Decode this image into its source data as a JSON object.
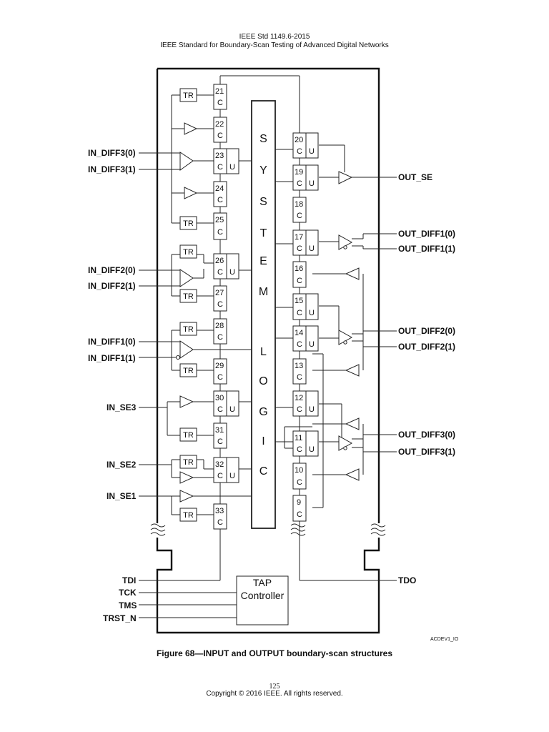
{
  "header": {
    "line1": "IEEE Std 1149.6-2015",
    "line2": "IEEE Standard for Boundary-Scan Testing of Advanced Digital Networks"
  },
  "system_logic_letters": [
    "S",
    "Y",
    "S",
    "T",
    "E",
    "M",
    "L",
    "O",
    "G",
    "I",
    "C"
  ],
  "cells": {
    "c9": "9",
    "c10": "10",
    "c11": "11",
    "c12": "12",
    "c13": "13",
    "c14": "14",
    "c15": "15",
    "c16": "16",
    "c17": "17",
    "c18": "18",
    "c19": "19",
    "c20": "20",
    "c21": "21",
    "c22": "22",
    "c23": "23",
    "c24": "24",
    "c25": "25",
    "c26": "26",
    "c27": "27",
    "c28": "28",
    "c29": "29",
    "c30": "30",
    "c31": "31",
    "c32": "32",
    "c33": "33",
    "capture_letter": "C",
    "update_letter": "U",
    "tr_label": "TR"
  },
  "inputs": {
    "in_diff3_0": "IN_DIFF3(0)",
    "in_diff3_1": "IN_DIFF3(1)",
    "in_diff2_0": "IN_DIFF2(0)",
    "in_diff2_1": "IN_DIFF2(1)",
    "in_diff1_0": "IN_DIFF1(0)",
    "in_diff1_1": "IN_DIFF1(1)",
    "in_se3": "IN_SE3",
    "in_se2": "IN_SE2",
    "in_se1": "IN_SE1"
  },
  "outputs": {
    "out_se": "OUT_SE",
    "out_diff1_0": "OUT_DIFF1(0)",
    "out_diff1_1": "OUT_DIFF1(1)",
    "out_diff2_0": "OUT_DIFF2(0)",
    "out_diff2_1": "OUT_DIFF2(1)",
    "out_diff3_0": "OUT_DIFF3(0)",
    "out_diff3_1": "OUT_DIFF3(1)"
  },
  "tap": {
    "tdi": "TDI",
    "tck": "TCK",
    "tms": "TMS",
    "trst_n": "TRST_N",
    "tdo": "TDO",
    "line1": "TAP",
    "line2": "Controller"
  },
  "figure_id": "ACDEV1_IO",
  "caption": "Figure 68—INPUT and OUTPUT boundary-scan structures",
  "footer": {
    "page": "125",
    "copyright": "Copyright © 2016 IEEE. All rights reserved."
  }
}
